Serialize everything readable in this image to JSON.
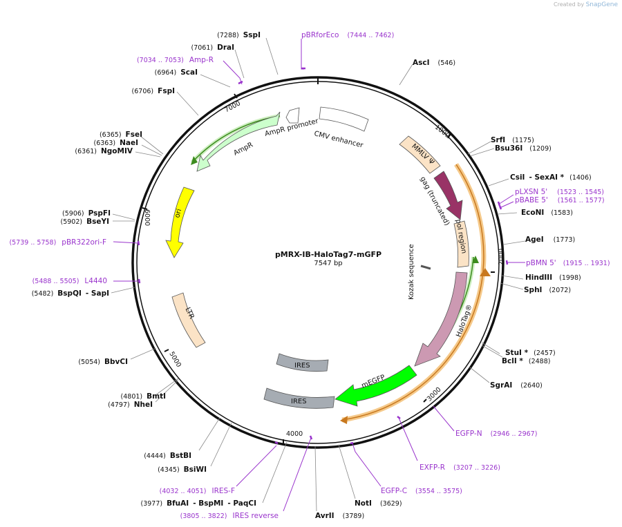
{
  "credit": {
    "prefix": "Created by",
    "brand": "SnapGene"
  },
  "plasmid": {
    "name": "pMRX-IB-HaloTag7-mGFP",
    "length": "7547 bp"
  },
  "ticks": {
    "t1000": "1000",
    "t2000": "2000",
    "t3000": "3000",
    "t4000": "4000",
    "t5000": "5000",
    "t6000": "6000",
    "t7000": "7000"
  },
  "features": {
    "ampr_promoter": "AmpR promoter",
    "cmv_enhancer": "CMV enhancer",
    "ampr": "AmpR",
    "ori": "ori",
    "ltr": "LTR",
    "mmlv": "MMLV Ψ",
    "gag": "gag (truncated)",
    "pol": "pol region",
    "kozak": "Kozak sequence",
    "halotag": "HaloTag®",
    "mEGFP": "mEGFP",
    "ires1": "IRES",
    "ires2": "IRES"
  },
  "sites": {
    "sspi": {
      "name": "SspI",
      "coord": "(7288)"
    },
    "drai": {
      "name": "DraI",
      "coord": "(7061)"
    },
    "scai": {
      "name": "ScaI",
      "coord": "(6964)"
    },
    "fspi": {
      "name": "FspI",
      "coord": "(6706)"
    },
    "fsei": {
      "name": "FseI",
      "coord": "(6365)"
    },
    "naei": {
      "name": "NaeI",
      "coord": "(6363)"
    },
    "ngomiv": {
      "name": "NgoMIV",
      "coord": "(6361)"
    },
    "pspfi": {
      "name": "PspFI",
      "coord": "(5906)"
    },
    "bseyi": {
      "name": "BseYI",
      "coord": "(5902)"
    },
    "bspqi": {
      "name": "BspQI",
      "name2": "SapI",
      "coord": "(5482)"
    },
    "bbvci": {
      "name": "BbvCI",
      "coord": "(5054)"
    },
    "bmti": {
      "name": "BmtI",
      "coord": "(4801)"
    },
    "nhei": {
      "name": "NheI",
      "coord": "(4797)"
    },
    "bstbi": {
      "name": "BstBI",
      "coord": "(4444)"
    },
    "bsiwi": {
      "name": "BsiWI",
      "coord": "(4345)"
    },
    "bfuai": {
      "name": "BfuAI",
      "name2": "BspMI",
      "name3": "PaqCI",
      "coord": "(3977)"
    },
    "avrii": {
      "name": "AvrII",
      "coord": "(3789)"
    },
    "noti": {
      "name": "NotI",
      "coord": "(3629)"
    },
    "sgrai": {
      "name": "SgrAI",
      "coord": "(2640)"
    },
    "stui": {
      "name": "StuI *",
      "coord": "(2457)"
    },
    "bcli": {
      "name": "BclI *",
      "coord": "(2488)"
    },
    "sphi": {
      "name": "SphI",
      "coord": "(2072)"
    },
    "hindiii": {
      "name": "HindIII",
      "coord": "(1998)"
    },
    "agei": {
      "name": "AgeI",
      "coord": "(1773)"
    },
    "econi": {
      "name": "EcoNI",
      "coord": "(1583)"
    },
    "csii": {
      "name": "CsiI",
      "name2": "SexAI *",
      "coord": "(1406)"
    },
    "srfi": {
      "name": "SrfI",
      "coord": "(1175)"
    },
    "bsu36i": {
      "name": "Bsu36I",
      "coord": "(1209)"
    },
    "asci": {
      "name": "AscI",
      "coord": "(546)"
    }
  },
  "primers": {
    "pbrforeco": {
      "name": "pBRforEco",
      "coord": "(7444 .. 7462)"
    },
    "ampr": {
      "name": "Amp-R",
      "coord": "(7034 .. 7053)"
    },
    "pbr322ori": {
      "name": "pBR322ori-F",
      "coord": "(5739 .. 5758)"
    },
    "l4440": {
      "name": "L4440",
      "coord": "(5488 .. 5505)"
    },
    "ires_f": {
      "name": "IRES-F",
      "coord": "(4032 .. 4051)"
    },
    "ires_rev": {
      "name": "IRES reverse",
      "coord": "(3805 .. 3822)"
    },
    "egfp_c": {
      "name": "EGFP-C",
      "coord": "(3554 .. 3575)"
    },
    "exfp_r": {
      "name": "EXFP-R",
      "coord": "(3207 .. 3226)"
    },
    "egfp_n": {
      "name": "EGFP-N",
      "coord": "(2946 .. 2967)"
    },
    "pbmn5": {
      "name": "pBMN 5'",
      "coord": "(1915 .. 1931)"
    },
    "plxsn5": {
      "name": "pLXSN 5'",
      "coord": "(1523 .. 1545)"
    },
    "pbabe5": {
      "name": "pBABE 5'",
      "coord": "(1561 .. 1577)"
    }
  },
  "colors": {
    "ampr": "#ccffcc",
    "ori": "#ffff00",
    "ltr": "#fbe3c6",
    "mmlv": "#fbe3c6",
    "gag": "#993366",
    "halotag": "#cc99b2",
    "mEGFP": "#00ff00",
    "ires": "#a6acb3",
    "orf_orange": "#f0a040",
    "orf_green": "#66cc33",
    "primer": "#9933cc"
  }
}
